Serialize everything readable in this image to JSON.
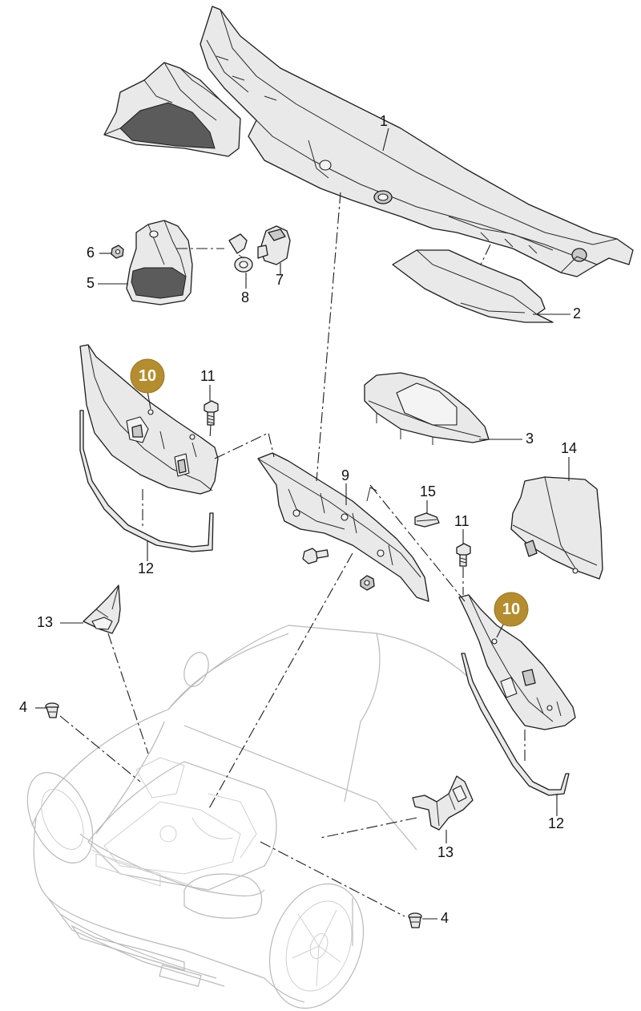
{
  "callouts": [
    {
      "id": "label-1",
      "text": "1"
    },
    {
      "id": "label-2",
      "text": "2"
    },
    {
      "id": "label-3",
      "text": "3"
    },
    {
      "id": "label-4-top",
      "text": "4"
    },
    {
      "id": "label-4-bottom",
      "text": "4"
    },
    {
      "id": "label-5",
      "text": "5"
    },
    {
      "id": "label-6",
      "text": "6"
    },
    {
      "id": "label-7",
      "text": "7"
    },
    {
      "id": "label-8",
      "text": "8"
    },
    {
      "id": "label-9",
      "text": "9"
    },
    {
      "id": "label-11-left",
      "text": "11"
    },
    {
      "id": "label-11-right",
      "text": "11"
    },
    {
      "id": "label-12-left",
      "text": "12"
    },
    {
      "id": "label-12-right",
      "text": "12"
    },
    {
      "id": "label-13-left",
      "text": "13"
    },
    {
      "id": "label-13-bottom",
      "text": "13"
    },
    {
      "id": "label-14",
      "text": "14"
    },
    {
      "id": "label-15",
      "text": "15"
    }
  ],
  "badges": [
    {
      "id": "badge-10-left",
      "text": "10"
    },
    {
      "id": "badge-10-right",
      "text": "10"
    }
  ],
  "colors": {
    "badge": "#b58d2e",
    "lines": "#1c1c1c",
    "vehicle": "#b9b9b9"
  }
}
